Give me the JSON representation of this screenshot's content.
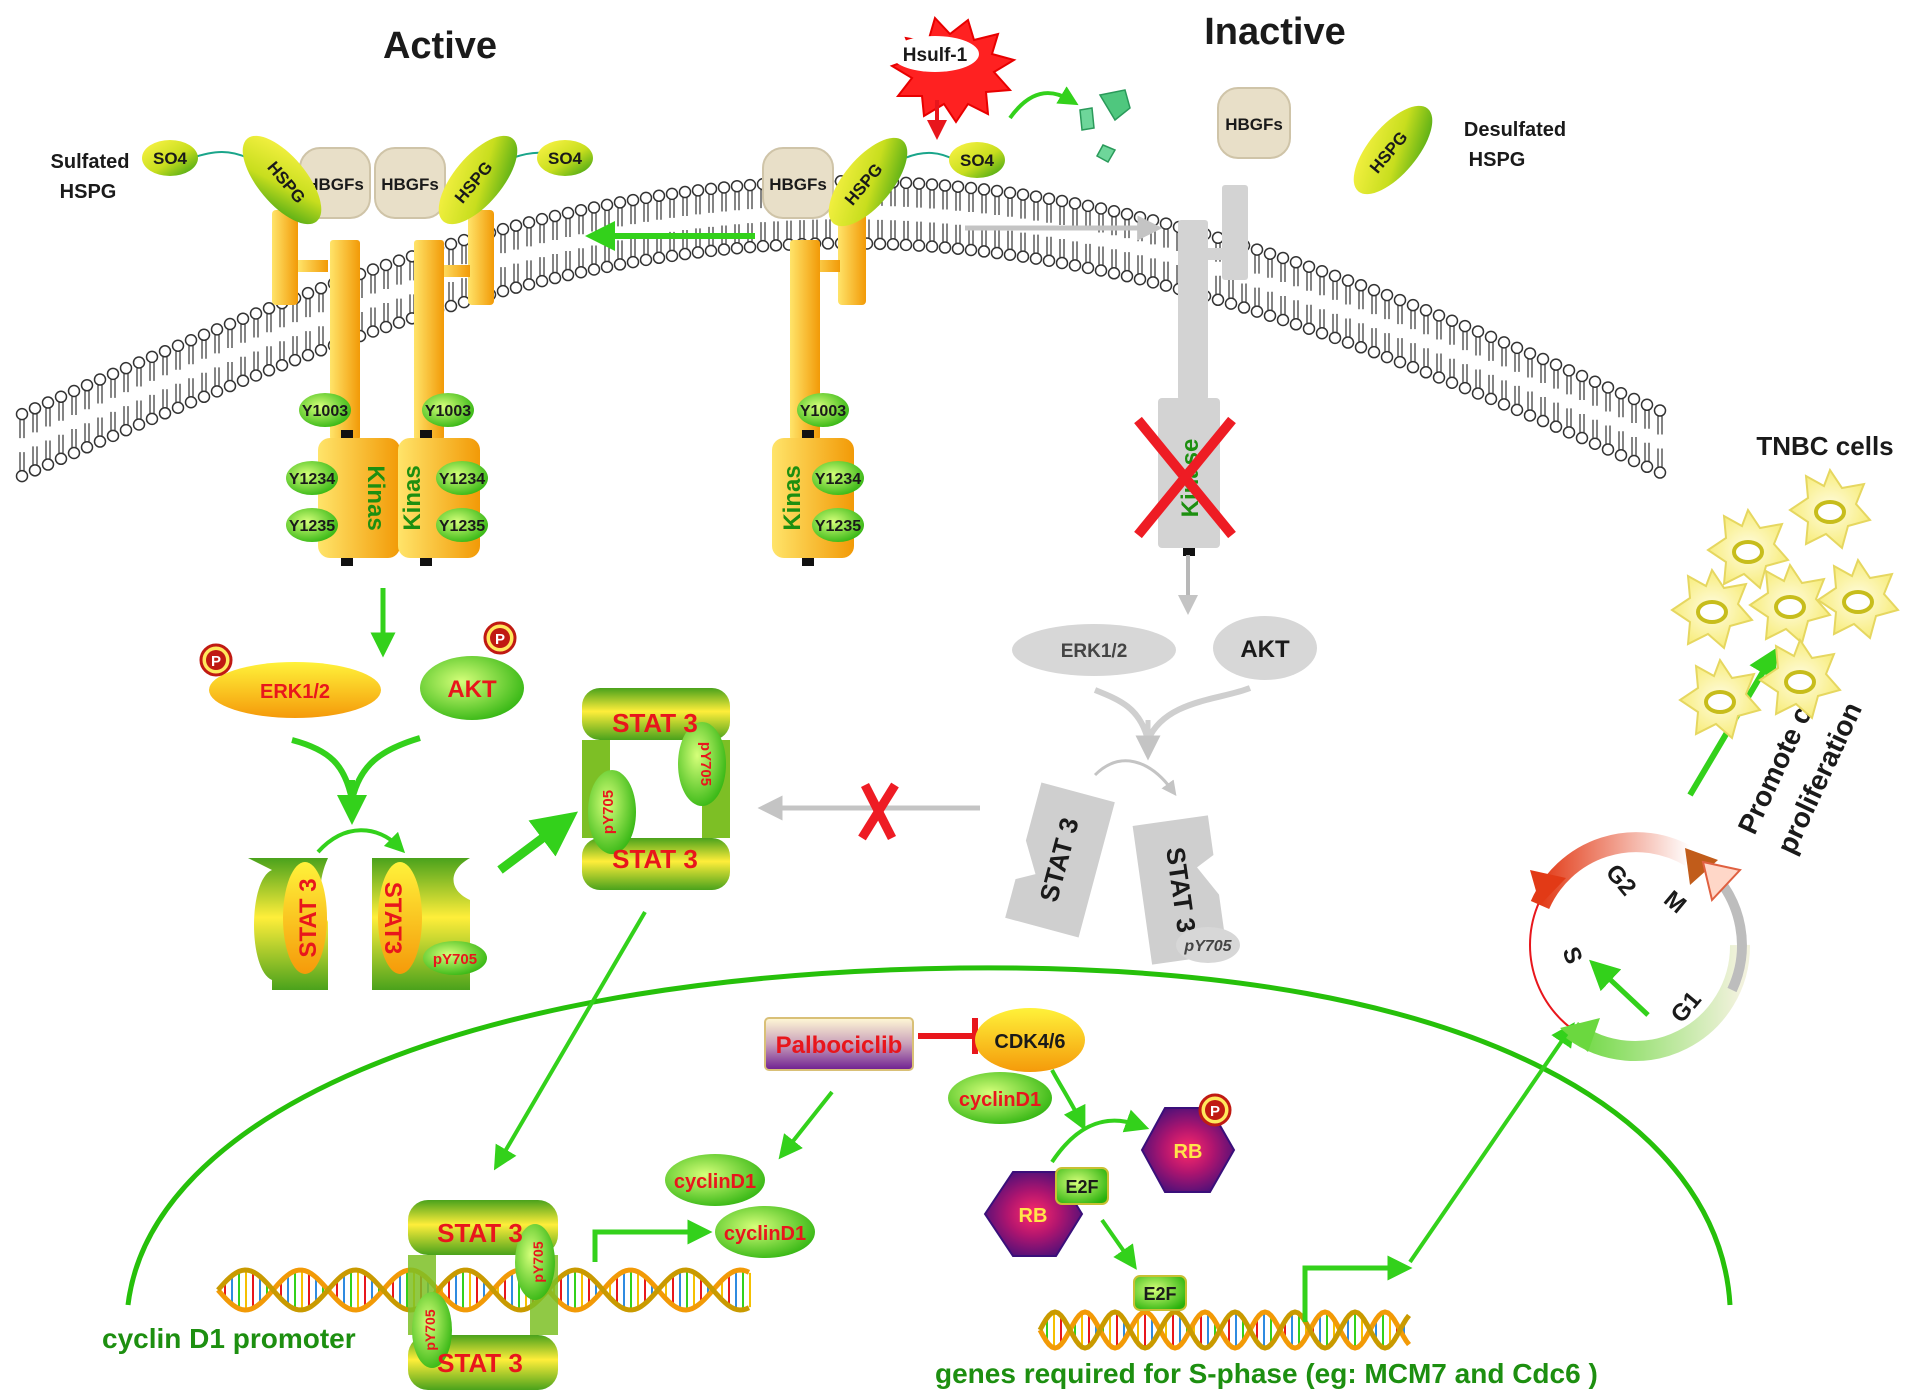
{
  "headings": {
    "active": "Active",
    "inactive": "Inactive",
    "tnbc": "TNBC cells"
  },
  "hsulf": "Hsulf-1",
  "labels": {
    "so4": "SO4",
    "hspg": "HSPG",
    "hbgfs": "HBGFs",
    "sulfated_hspg": [
      "Sulfated",
      "HSPG"
    ],
    "desulfated_hspg": [
      "Desulfated",
      "HSPG"
    ],
    "y1003": "Y1003",
    "y1234": "Y1234",
    "y1235": "Y1235",
    "kinase_active": "Kinas",
    "kinase_inactive": "Kinase",
    "p": "P",
    "erk": "ERK1/2",
    "akt": "AKT",
    "stat3": "STAT 3",
    "stat3_compact": "STAT3",
    "py705": "pY705",
    "py705_gray": "pY705",
    "palbociclib": "Palbociclib",
    "cdk": "CDK4/6",
    "cyclin": "cyclinD1",
    "rb": "RB",
    "e2f": "E2F",
    "cyclin_promoter": "cyclin D1  promoter",
    "s_phase_genes": "genes required for S-phase (eg: MCM7 and Cdc6 )",
    "promote": [
      "Promote cell",
      "proliferation"
    ],
    "cycle": {
      "g2": "G2",
      "m": "M",
      "s": "S",
      "g1": "G1"
    }
  },
  "colors": {
    "receptor": "#f5b40a",
    "inactive_gray": "#cfcfcf",
    "arrow_green": "#33d11b",
    "label_red": "#e8161c",
    "label_green": "#1d8f10",
    "rb_purple": "#5a1a8c"
  }
}
